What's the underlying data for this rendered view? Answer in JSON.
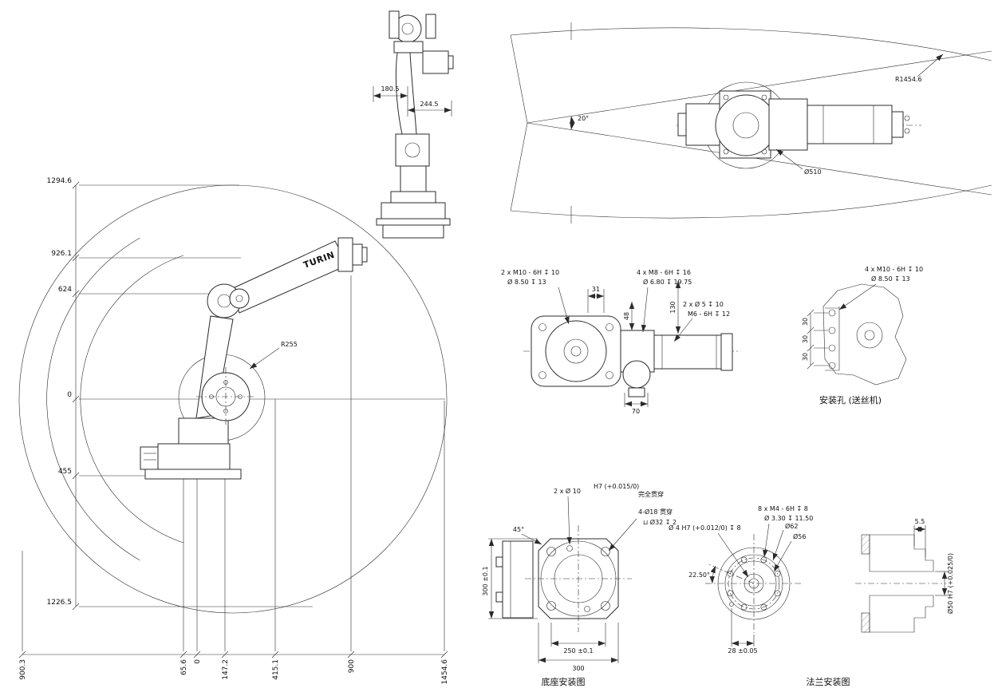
{
  "palette": {
    "line": "#2b2b2b",
    "background": "#ffffff"
  },
  "logo": "TURIN",
  "side_view": {
    "dim_v1": "1294.6",
    "dim_v2": "926.1",
    "dim_v3": "624",
    "dim_v4": "0",
    "dim_v5": "455",
    "dim_v6": "1226.5",
    "dim_h1": "900.3",
    "dim_h2": "65.6",
    "dim_h3": "0",
    "dim_h4": "147.2",
    "dim_h5": "415.1",
    "dim_h6": "900",
    "dim_h7": "1454.6",
    "radius": "R255"
  },
  "front_view": {
    "dim_a": "180.5",
    "dim_b": "244.5"
  },
  "top_view": {
    "radius": "R1454.6",
    "base_dia": "Ø510",
    "angle": "20°"
  },
  "mount_view": {
    "c1l1": "2 x M10 - 6H ↧ 10",
    "c1l2": "Ø 8.50 ↧ 13",
    "c2l1": "4 x M8 - 6H ↧ 16",
    "c2l2": "Ø 6.80 ↧ 19.75",
    "c3l1": "2 x Ø 5 ↧ 10",
    "c3l2": "M6 - 6H ↧ 12",
    "dim31": "31",
    "dim48": "48",
    "dim130": "130",
    "dim70": "70"
  },
  "feeder_view": {
    "c1l1": "4 x M10 - 6H ↧ 10",
    "c1l2": "Ø 8.50 ↧ 13",
    "dim30a": "30",
    "dim30b": "30",
    "dim30c": "30",
    "caption": "安装孔 (送丝机)"
  },
  "base_view": {
    "dowel_qty": "2 x Ø 10",
    "dowel_tol": "H7 (+0.015/0)",
    "dowel_note": "完全贯穿",
    "bolt_l1": "4-Ø18 贯穿",
    "bolt_l2": "⊔ Ø32 ↧ 2",
    "chamfer": "45°",
    "dim_v": "300 ±0.1",
    "dim_bolt": "250 ±0.1",
    "dim_w": "300",
    "caption": "底座安装图"
  },
  "flange_view": {
    "c1l1": "8 x M4 - 6H ↧ 8",
    "c1l2": "Ø 3.30 ↧ 11.50",
    "bore": "Ø 4 H7 (+0.012/0) ↧ 8",
    "dia62": "Ø62",
    "dia56": "Ø56",
    "angle": "22.50°",
    "dim28": "28 ±0.05",
    "sec_dim": "5.5",
    "sec_bore": "Ø50 H7 (+0.025/0)",
    "caption": "法兰安装图"
  }
}
